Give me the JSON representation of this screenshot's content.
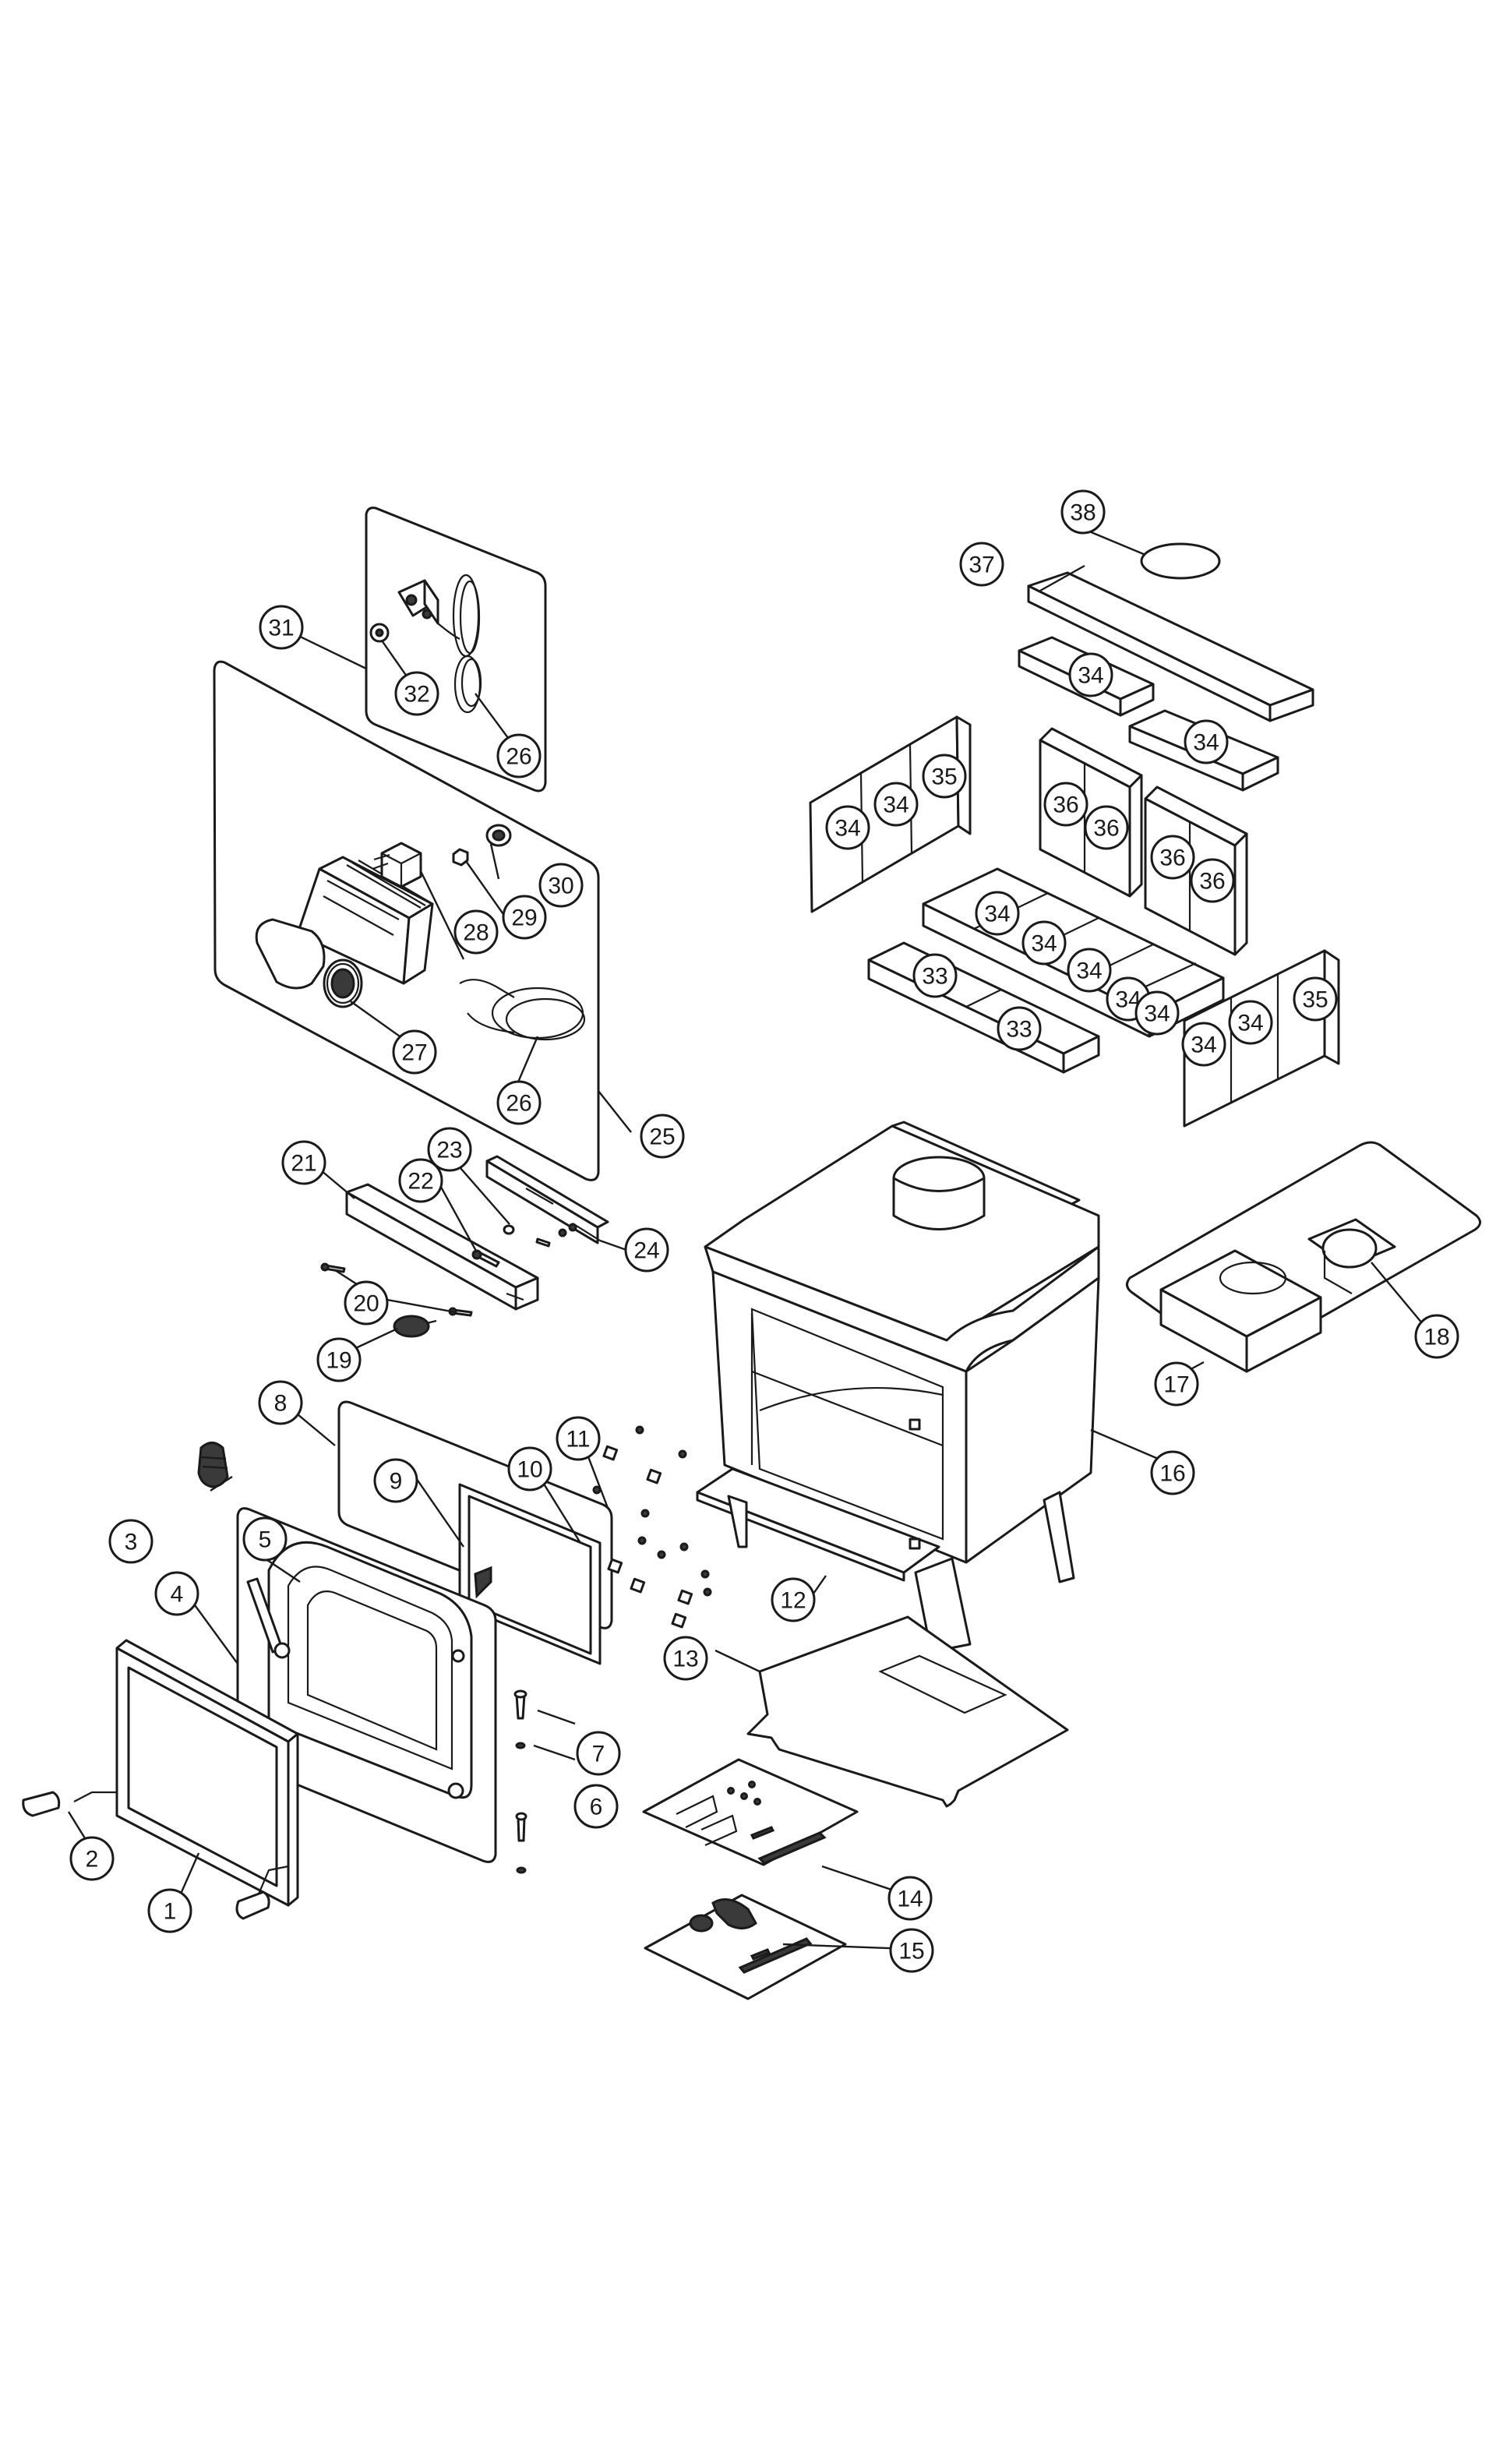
{
  "callouts": [
    {
      "id": "c1",
      "label": "1"
    },
    {
      "id": "c2",
      "label": "2"
    },
    {
      "id": "c3",
      "label": "3"
    },
    {
      "id": "c4",
      "label": "4"
    },
    {
      "id": "c5",
      "label": "5"
    },
    {
      "id": "c6",
      "label": "6"
    },
    {
      "id": "c7",
      "label": "7"
    },
    {
      "id": "c8",
      "label": "8"
    },
    {
      "id": "c9",
      "label": "9"
    },
    {
      "id": "c10",
      "label": "10"
    },
    {
      "id": "c11",
      "label": "11"
    },
    {
      "id": "c12",
      "label": "12"
    },
    {
      "id": "c13",
      "label": "13"
    },
    {
      "id": "c14",
      "label": "14"
    },
    {
      "id": "c15",
      "label": "15"
    },
    {
      "id": "c16",
      "label": "16"
    },
    {
      "id": "c17",
      "label": "17"
    },
    {
      "id": "c18",
      "label": "18"
    },
    {
      "id": "c19",
      "label": "19"
    },
    {
      "id": "c20",
      "label": "20"
    },
    {
      "id": "c21",
      "label": "21"
    },
    {
      "id": "c22",
      "label": "22"
    },
    {
      "id": "c23",
      "label": "23"
    },
    {
      "id": "c24",
      "label": "24"
    },
    {
      "id": "c25",
      "label": "25"
    },
    {
      "id": "c26a",
      "label": "26"
    },
    {
      "id": "c26b",
      "label": "26"
    },
    {
      "id": "c27",
      "label": "27"
    },
    {
      "id": "c28",
      "label": "28"
    },
    {
      "id": "c29",
      "label": "29"
    },
    {
      "id": "c30",
      "label": "30"
    },
    {
      "id": "c31",
      "label": "31"
    },
    {
      "id": "c32",
      "label": "32"
    },
    {
      "id": "c33a",
      "label": "33"
    },
    {
      "id": "c33b",
      "label": "33"
    },
    {
      "id": "c34a",
      "label": "34"
    },
    {
      "id": "c34b",
      "label": "34"
    },
    {
      "id": "c34c",
      "label": "34"
    },
    {
      "id": "c34d",
      "label": "34"
    },
    {
      "id": "c34e",
      "label": "34"
    },
    {
      "id": "c34f",
      "label": "34"
    },
    {
      "id": "c34g",
      "label": "34"
    },
    {
      "id": "c34h",
      "label": "34"
    },
    {
      "id": "c34i",
      "label": "34"
    },
    {
      "id": "c34j",
      "label": "34"
    },
    {
      "id": "c34k",
      "label": "34"
    },
    {
      "id": "c35a",
      "label": "35"
    },
    {
      "id": "c35b",
      "label": "35"
    },
    {
      "id": "c36a",
      "label": "36"
    },
    {
      "id": "c36b",
      "label": "36"
    },
    {
      "id": "c36c",
      "label": "36"
    },
    {
      "id": "c36d",
      "label": "36"
    },
    {
      "id": "c37",
      "label": "37"
    },
    {
      "id": "c38",
      "label": "38"
    }
  ]
}
